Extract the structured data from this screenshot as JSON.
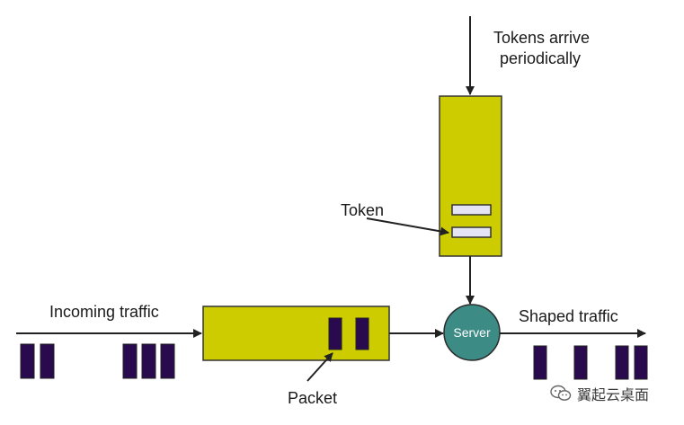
{
  "labels": {
    "tokens_arrive_line1": "Tokens arrive",
    "tokens_arrive_line2": "periodically",
    "token": "Token",
    "incoming_traffic": "Incoming traffic",
    "shaped_traffic": "Shaped traffic",
    "server": "Server",
    "packet": "Packet"
  },
  "watermark": {
    "text": "翼起云桌面",
    "icon": "wechat-icon"
  },
  "colors": {
    "bucket_fill": "#cccc00",
    "queue_fill": "#cccc00",
    "packet_fill": "#2a0a4e",
    "token_fill": "#e4e4f4",
    "server_fill": "#3d8b85",
    "line": "#222222"
  }
}
